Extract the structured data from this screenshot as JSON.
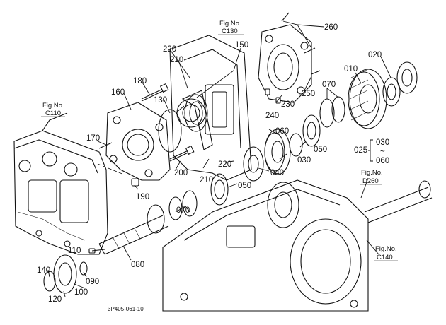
{
  "figure_refs": {
    "c130": {
      "line1": "Fig.No.",
      "line2": "C130"
    },
    "c110": {
      "line1": "Fig.No.",
      "line2": "C110"
    },
    "d260": {
      "line1": "Fig.No.",
      "line2": "D260"
    },
    "c140": {
      "line1": "Fig.No.",
      "line2": "C140"
    }
  },
  "parts": {
    "p260": "260",
    "p220a": "220",
    "p150": "150",
    "p210a": "210",
    "p020": "020",
    "p010": "010",
    "p180": "180",
    "p250": "250",
    "p070a": "070",
    "p160": "160",
    "p130": "130",
    "p230": "230",
    "p240": "240",
    "p060": "060",
    "p170": "170",
    "p050a": "050",
    "p030": "030",
    "p025": "025",
    "p030b": "030",
    "p060b": "060",
    "p220b": "220",
    "p040": "040",
    "p200": "200",
    "p210b": "210",
    "p050b": "050",
    "p190": "190",
    "p070b": "070",
    "p110": "110",
    "p080": "080",
    "p140": "140",
    "p090": "090",
    "p100": "100",
    "p120": "120"
  },
  "range_symbol": "~",
  "drawing_code": "3P405-061-10"
}
